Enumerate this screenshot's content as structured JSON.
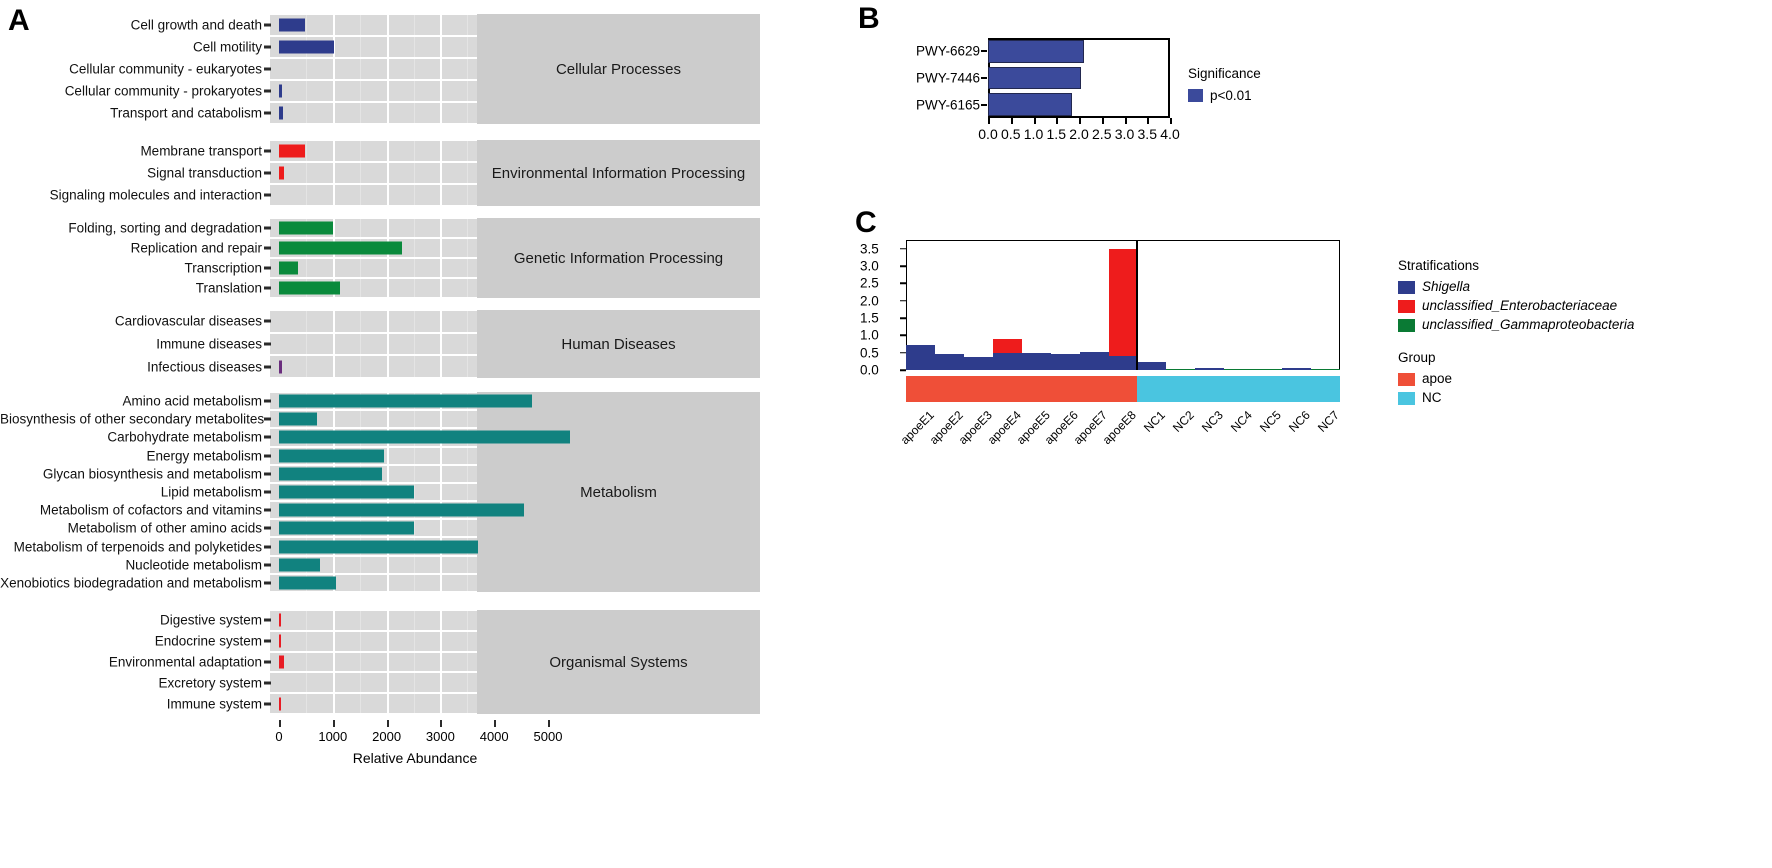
{
  "panels": {
    "a": {
      "letter": "A"
    },
    "b": {
      "letter": "B"
    },
    "c": {
      "letter": "C"
    }
  },
  "chart_data": [
    {
      "id": "panelA",
      "type": "bar",
      "orientation": "horizontal",
      "title": "",
      "xlabel": "Relative Abundance",
      "ylabel": "",
      "xlim": [
        0,
        5600
      ],
      "xticks": [
        0,
        1000,
        2000,
        3000,
        4000,
        5000
      ],
      "xticklabels": [
        "0",
        "1000",
        "2000",
        "3000",
        "4000",
        "5000"
      ],
      "grid": true,
      "facets": [
        {
          "strip_label": "Cellular Processes",
          "color": "#2e3c8c",
          "categories": [
            "Cell growth and death",
            "Cell motility",
            "Cellular community - eukaryotes",
            "Cellular community - prokaryotes",
            "Transport and catabolism"
          ],
          "values": [
            480,
            1030,
            0,
            55,
            70
          ]
        },
        {
          "strip_label": "Environmental Information Processing",
          "color": "#ee1c1c",
          "categories": [
            "Membrane transport",
            "Signal transduction",
            "Signaling molecules and interaction"
          ],
          "values": [
            490,
            90,
            0
          ]
        },
        {
          "strip_label": "Genetic Information Processing",
          "color": "#0a8a3c",
          "categories": [
            "Folding, sorting and degradation",
            "Replication and repair",
            "Transcription",
            "Translation"
          ],
          "values": [
            1010,
            2290,
            350,
            1140
          ]
        },
        {
          "strip_label": "Human Diseases",
          "color": "#6a2d7d",
          "categories": [
            "Cardiovascular diseases",
            "Immune diseases",
            "Infectious diseases"
          ],
          "values": [
            0,
            0,
            55
          ]
        },
        {
          "strip_label": "Metabolism",
          "color": "#11827f",
          "categories": [
            "Amino acid metabolism",
            "Biosynthesis of other secondary metabolites",
            "Carbohydrate metabolism",
            "Energy metabolism",
            "Glycan biosynthesis and metabolism",
            "Lipid metabolism",
            "Metabolism of cofactors and vitamins",
            "Metabolism of other amino acids",
            "Metabolism of terpenoids and polyketides",
            "Nucleotide metabolism",
            "Xenobiotics biodegradation and metabolism"
          ],
          "values": [
            4700,
            700,
            5400,
            1950,
            1920,
            2500,
            4550,
            2500,
            3700,
            760,
            1060
          ]
        },
        {
          "strip_label": "Organismal Systems",
          "color": "#e81c24",
          "categories": [
            "Digestive system",
            "Endocrine system",
            "Environmental adaptation",
            "Excretory system",
            "Immune system"
          ],
          "values": [
            30,
            45,
            95,
            0,
            35
          ]
        }
      ]
    },
    {
      "id": "panelB",
      "type": "bar",
      "orientation": "horizontal",
      "title": "",
      "xlabel": "",
      "ylabel": "",
      "xlim": [
        0,
        4.0
      ],
      "xticks": [
        0.0,
        0.5,
        1.0,
        1.5,
        2.0,
        2.5,
        3.0,
        3.5,
        4.0
      ],
      "xticklabels": [
        "0.0",
        "0.5",
        "1.0",
        "1.5",
        "2.0",
        "2.5",
        "3.0",
        "3.5",
        "4.0"
      ],
      "categories": [
        "PWY-6629",
        "PWY-7446",
        "PWY-6165"
      ],
      "values": [
        2.1,
        2.05,
        1.85
      ],
      "bar_color": "#3b4a9b",
      "legend": {
        "title": "Significance",
        "position": "right",
        "entries": [
          {
            "label": "p<0.01",
            "color": "#3b4a9b"
          }
        ]
      }
    },
    {
      "id": "panelC",
      "type": "bar",
      "stacked": true,
      "orientation": "vertical",
      "title": "",
      "xlabel": "",
      "ylabel": "",
      "ylim": [
        0,
        3.75
      ],
      "yticks": [
        0.0,
        0.5,
        1.0,
        1.5,
        2.0,
        2.5,
        3.0,
        3.5
      ],
      "yticklabels": [
        "0.0",
        "0.5",
        "1.0",
        "1.5",
        "2.0",
        "2.5",
        "3.0",
        "3.5"
      ],
      "categories": [
        "apoeE1",
        "apoeE2",
        "apoeE3",
        "apoeE4",
        "apoeE5",
        "apoeE6",
        "apoeE7",
        "apoeE8",
        "NC1",
        "NC2",
        "NC3",
        "NC4",
        "NC5",
        "NC6",
        "NC7"
      ],
      "series": [
        {
          "name": "Shigella",
          "color": "#2e3c8c",
          "values": [
            0.71,
            0.45,
            0.37,
            0.48,
            0.48,
            0.45,
            0.51,
            0.39,
            0.23,
            0.0,
            0.06,
            0.0,
            0.0,
            0.06,
            0.0
          ]
        },
        {
          "name": "unclassified_Enterobacteriaceae",
          "color": "#ee1c1c",
          "values": [
            0.0,
            0.0,
            0.0,
            0.4,
            0.0,
            0.0,
            0.0,
            3.11,
            0.0,
            0.0,
            0.0,
            0.0,
            0.0,
            0.0,
            0.0
          ]
        },
        {
          "name": "unclassified_Gammaproteobacteria",
          "color": "#0a7a34",
          "values": [
            0.0,
            0.0,
            0.0,
            0.0,
            0.0,
            0.0,
            0.0,
            0.0,
            0.0,
            0.02,
            0.0,
            0.02,
            0.02,
            0.0,
            0.02
          ]
        }
      ],
      "group_bands": [
        {
          "label": "apoe",
          "color": "#ef4f38",
          "from": 0,
          "to": 8
        },
        {
          "label": "NC",
          "color": "#4ac5e0",
          "from": 8,
          "to": 15
        }
      ],
      "legends": [
        {
          "title": "Stratifications",
          "entries": [
            {
              "label": "Shigella",
              "color": "#2e3c8c",
              "italic": true
            },
            {
              "label": "unclassified_Enterobacteriaceae",
              "color": "#ee1c1c",
              "italic": true
            },
            {
              "label": "unclassified_Gammaproteobacteria",
              "color": "#0a7a34",
              "italic": true
            }
          ]
        },
        {
          "title": "Group",
          "entries": [
            {
              "label": "apoe",
              "color": "#ef4f38",
              "italic": false
            },
            {
              "label": "NC",
              "color": "#4ac5e0",
              "italic": false
            }
          ]
        }
      ]
    }
  ]
}
